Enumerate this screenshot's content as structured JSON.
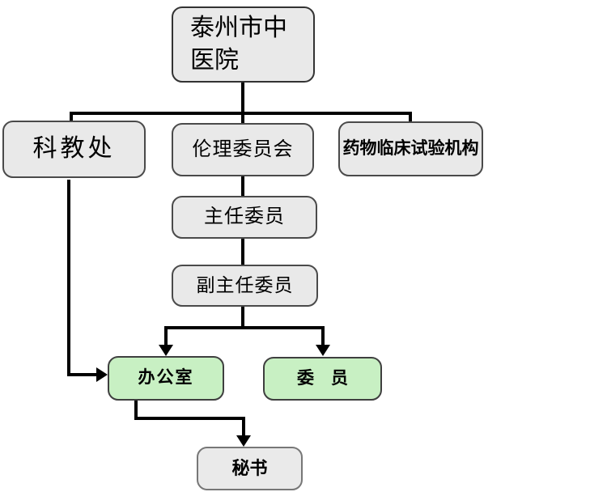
{
  "diagram": {
    "type": "org-chart",
    "colors": {
      "background": "#ffffff",
      "node_fill": "#e9e9e9",
      "highlight_fill": "#c8f0c3",
      "node_border": "#4a4a4a",
      "secretary_border": "#777777",
      "connector": "#000000",
      "text": "#000000"
    },
    "nodes": {
      "hospital": {
        "label": "泰州市中医院"
      },
      "scienceEducation": {
        "label": "科教处"
      },
      "ethicsCommittee": {
        "label": "伦理委员会"
      },
      "drugTrialInstitution": {
        "label": "药物临床试验机构"
      },
      "chairman": {
        "label": "主任委员"
      },
      "deputyChairman": {
        "label": "副主任委员"
      },
      "office": {
        "label": "办公室"
      },
      "members": {
        "label": "委　员"
      },
      "secretary": {
        "label": "秘书"
      }
    },
    "edges": [
      {
        "from": "hospital",
        "to": "scienceEducation",
        "arrow": false
      },
      {
        "from": "hospital",
        "to": "ethicsCommittee",
        "arrow": false
      },
      {
        "from": "hospital",
        "to": "drugTrialInstitution",
        "arrow": false
      },
      {
        "from": "ethicsCommittee",
        "to": "chairman",
        "arrow": false
      },
      {
        "from": "chairman",
        "to": "deputyChairman",
        "arrow": false
      },
      {
        "from": "deputyChairman",
        "to": "office",
        "arrow": true
      },
      {
        "from": "deputyChairman",
        "to": "members",
        "arrow": true
      },
      {
        "from": "scienceEducation",
        "to": "office",
        "arrow": true
      },
      {
        "from": "office",
        "to": "secretary",
        "arrow": true
      }
    ]
  }
}
